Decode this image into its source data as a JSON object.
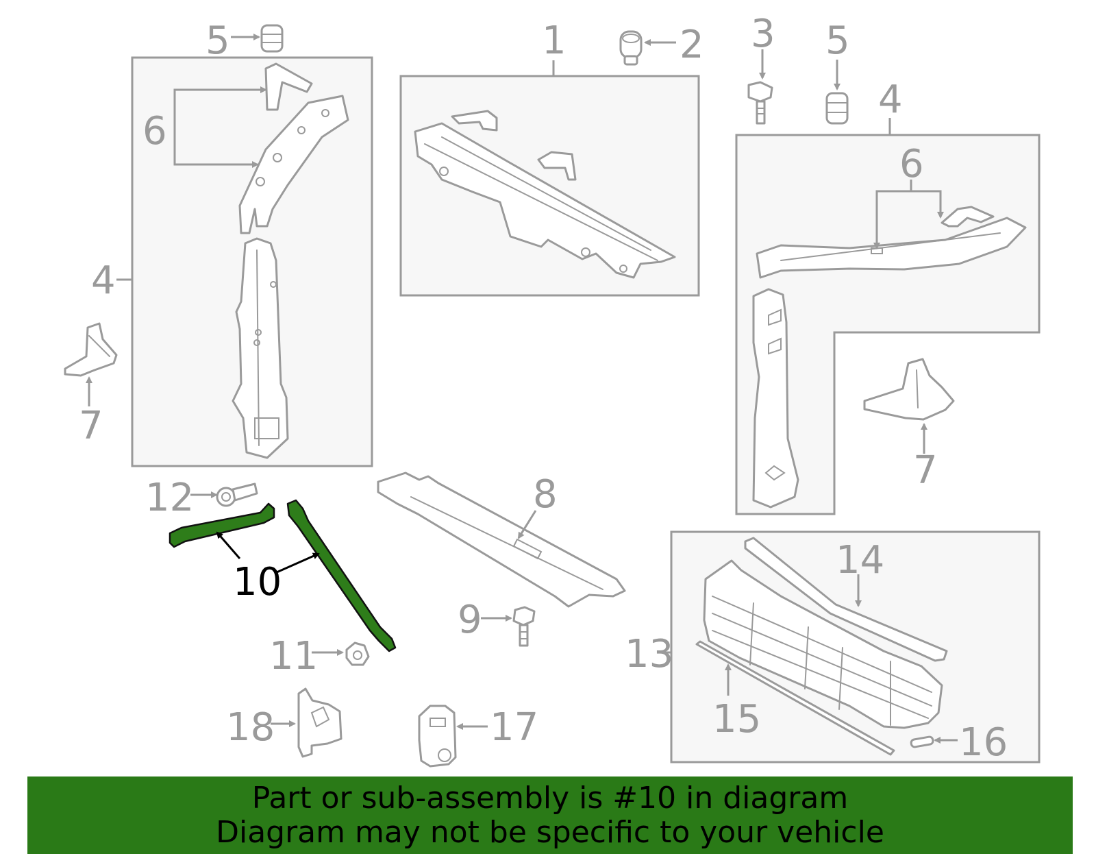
{
  "colors": {
    "highlight": "#2e7d1a",
    "line": "#9a9a9a",
    "banner": "#2a7a17"
  },
  "labels": {
    "l1": "1",
    "l2": "2",
    "l3": "3",
    "l4a": "4",
    "l4b": "4",
    "l5a": "5",
    "l5b": "5",
    "l6a": "6",
    "l6b": "6",
    "l7a": "7",
    "l7b": "7",
    "l8": "8",
    "l9": "9",
    "l10": "10",
    "l11": "11",
    "l12": "12",
    "l13": "13",
    "l14": "14",
    "l15": "15",
    "l16": "16",
    "l17": "17",
    "l18": "18"
  },
  "banner": {
    "line1": "Part or sub-assembly is #10 in diagram",
    "line2": "Diagram may not be specific to your vehicle"
  }
}
